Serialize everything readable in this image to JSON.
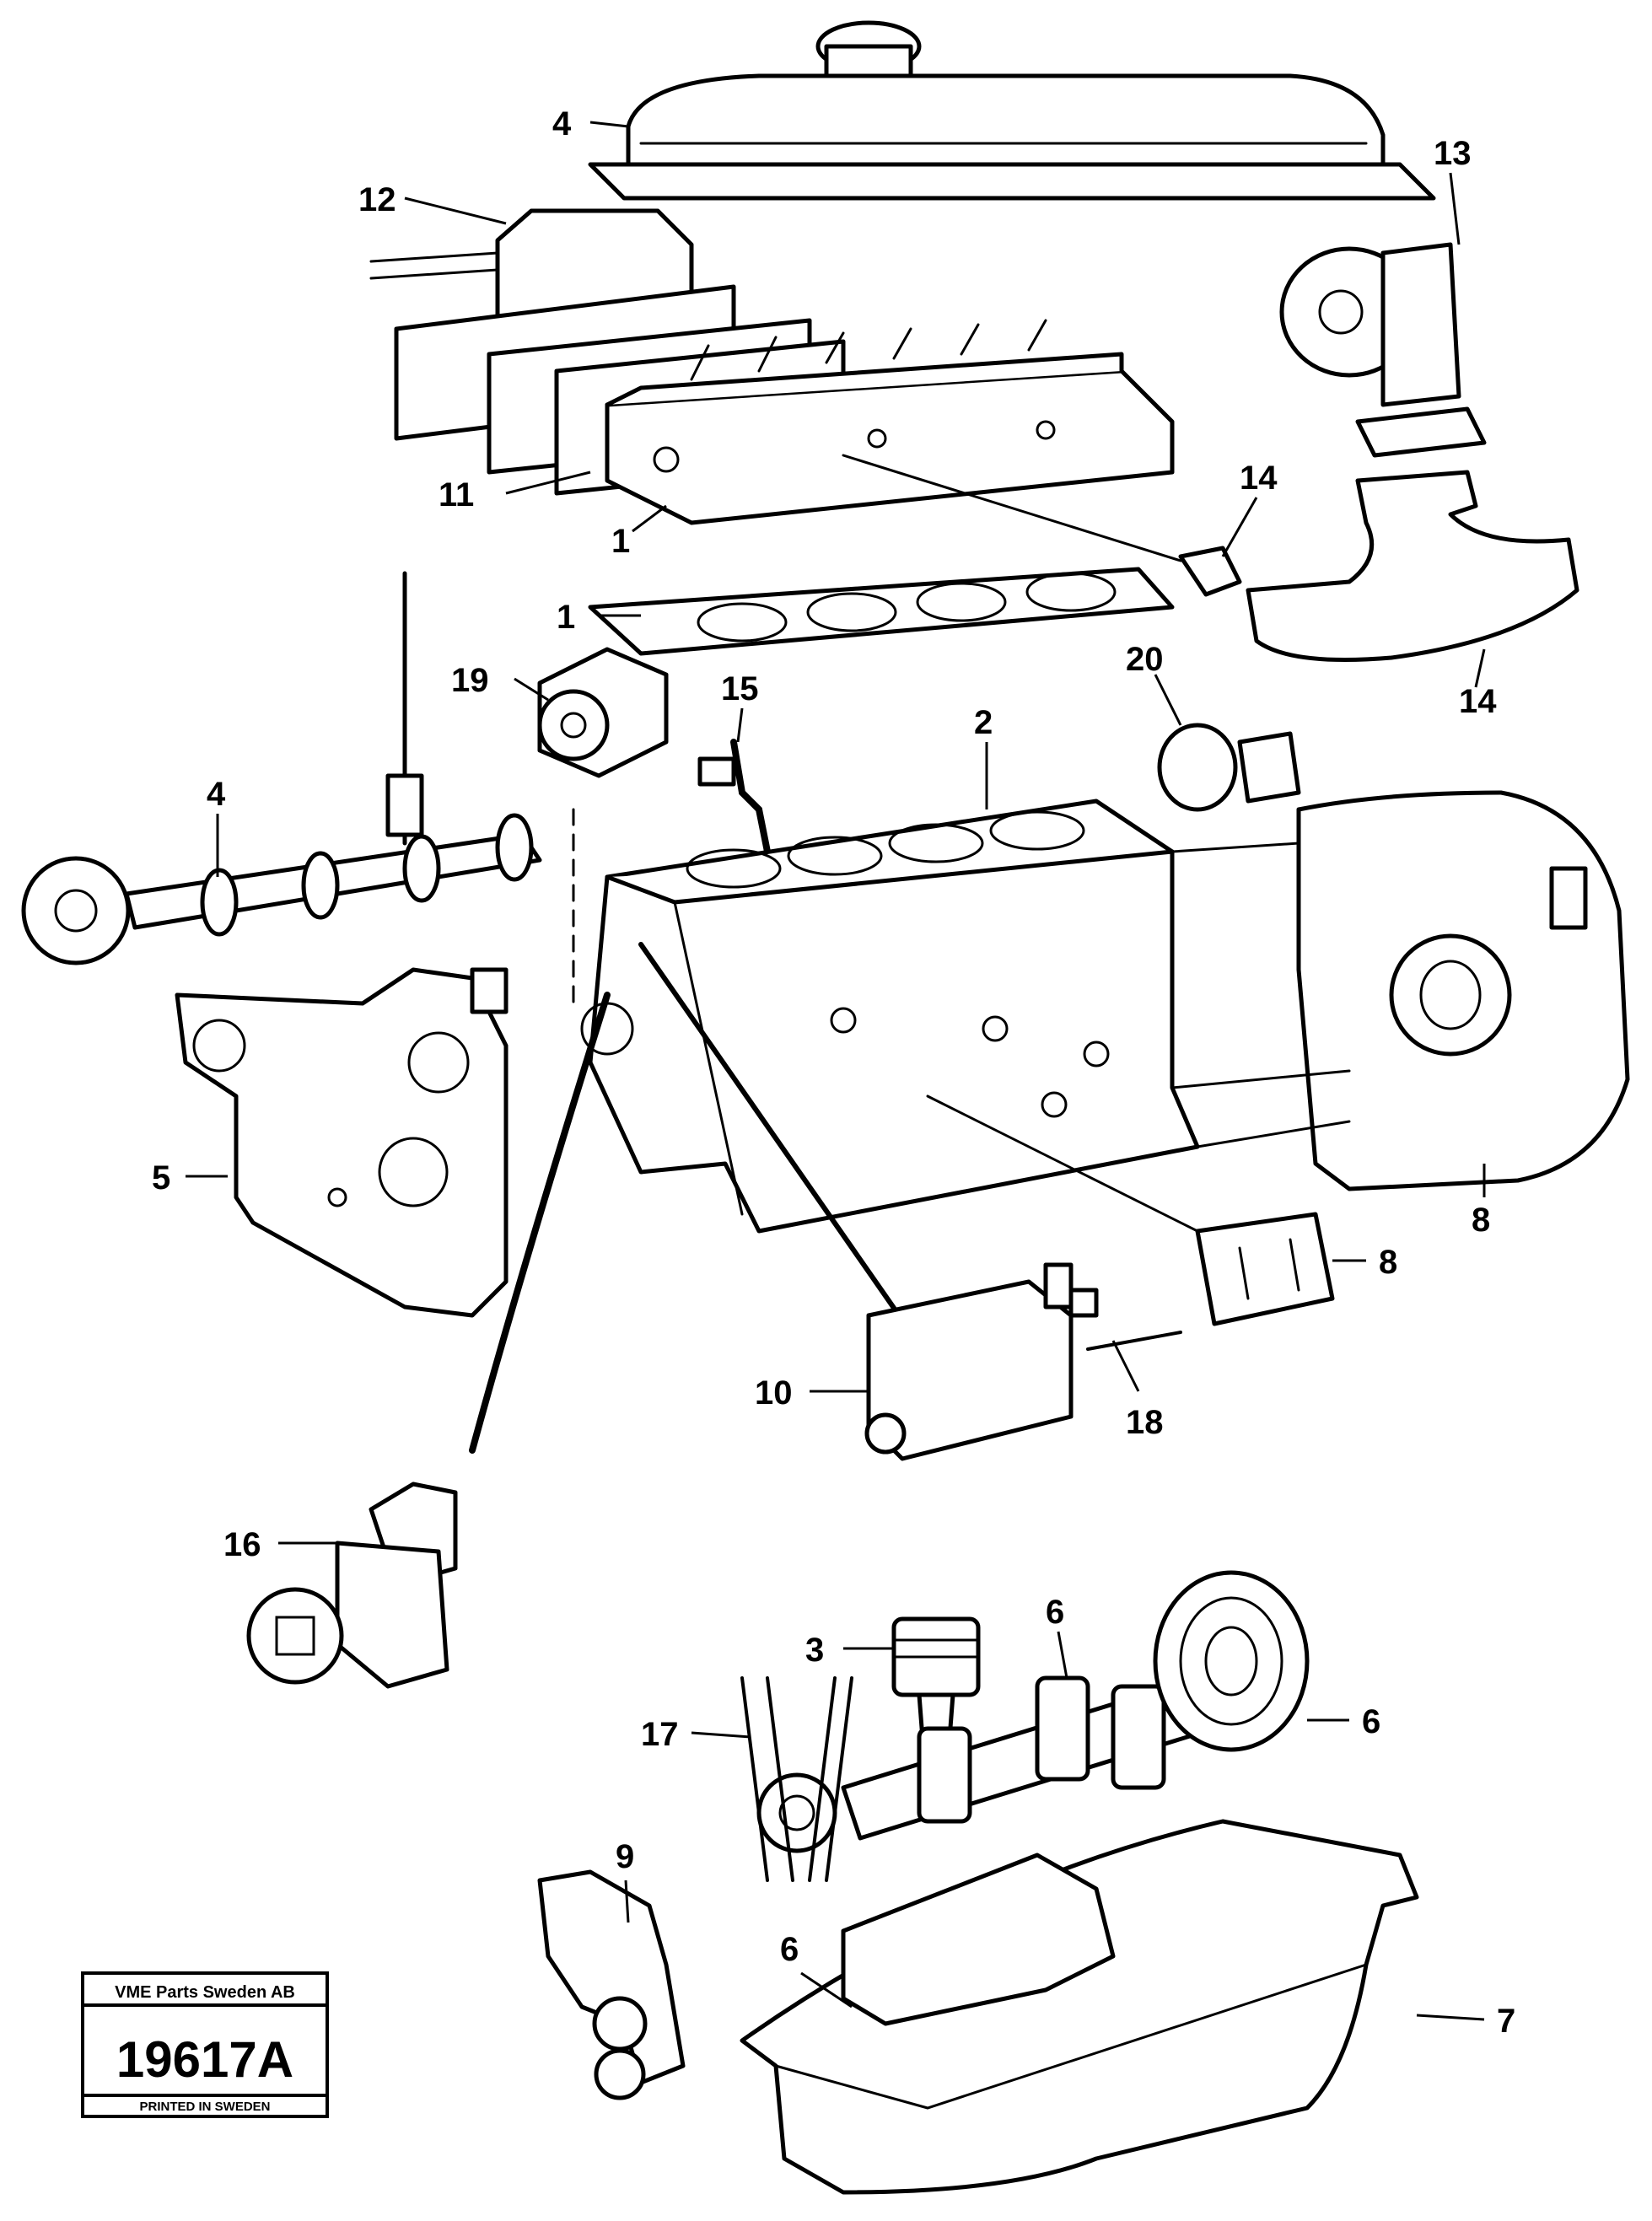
{
  "diagram": {
    "callouts": [
      {
        "id": "c4a",
        "label": "4"
      },
      {
        "id": "c12",
        "label": "12"
      },
      {
        "id": "c13",
        "label": "13"
      },
      {
        "id": "c11",
        "label": "11"
      },
      {
        "id": "c1a",
        "label": "1"
      },
      {
        "id": "c14a",
        "label": "14"
      },
      {
        "id": "c1b",
        "label": "1"
      },
      {
        "id": "c14b",
        "label": "14"
      },
      {
        "id": "c19",
        "label": "19"
      },
      {
        "id": "c15",
        "label": "15"
      },
      {
        "id": "c2",
        "label": "2"
      },
      {
        "id": "c20",
        "label": "20"
      },
      {
        "id": "c4b",
        "label": "4"
      },
      {
        "id": "c5",
        "label": "5"
      },
      {
        "id": "c8a",
        "label": "8"
      },
      {
        "id": "c8b",
        "label": "8"
      },
      {
        "id": "c10",
        "label": "10"
      },
      {
        "id": "c18",
        "label": "18"
      },
      {
        "id": "c16",
        "label": "16"
      },
      {
        "id": "c3",
        "label": "3"
      },
      {
        "id": "c6a",
        "label": "6"
      },
      {
        "id": "c6b",
        "label": "6"
      },
      {
        "id": "c17",
        "label": "17"
      },
      {
        "id": "c9",
        "label": "9"
      },
      {
        "id": "c6c",
        "label": "6"
      },
      {
        "id": "c7",
        "label": "7"
      }
    ]
  },
  "stamp": {
    "company": "VME Parts Sweden AB",
    "number": "19617A",
    "printed": "PRINTED IN SWEDEN"
  }
}
